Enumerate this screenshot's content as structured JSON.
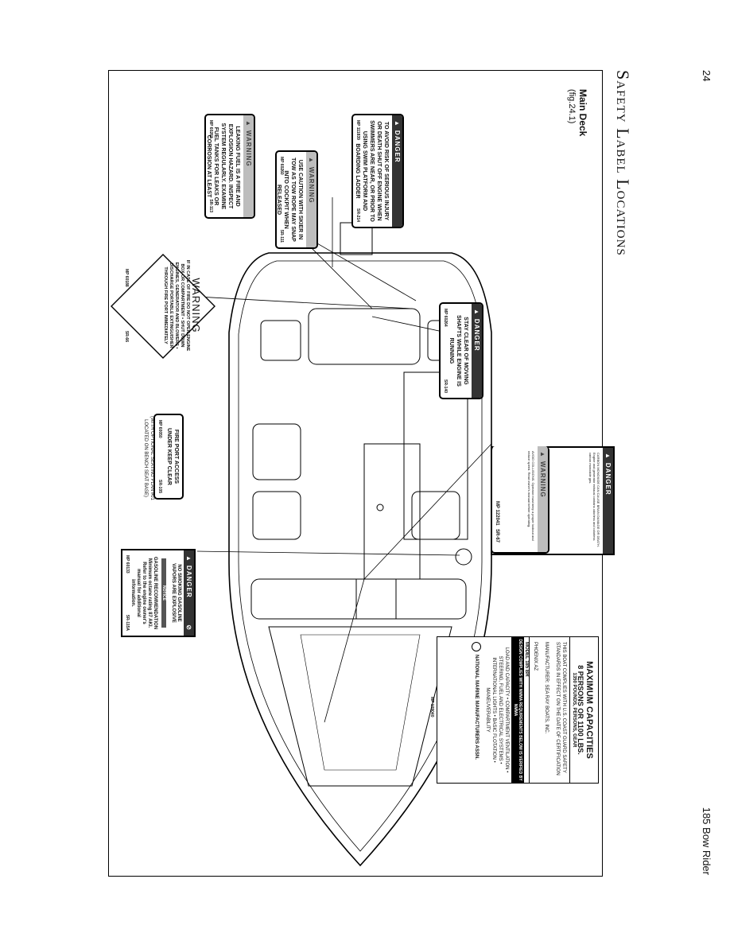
{
  "page": {
    "number": "24",
    "model": "185 Bow Rider"
  },
  "section": {
    "title": "Safety Label Locations"
  },
  "figure": {
    "title": "Main Deck",
    "ref": "(fig.24.1)"
  },
  "labels": {
    "danger_boarding": {
      "header": "DANGER",
      "text": "TO AVOID RISK OF SERIOUS INJURY OR DEATH SHUT OFF ENGINE WHEN SWIMMERS ARE NEAR, OR PRIOR TO USING SWIM PLATFORM AND BOARDING LADDER",
      "mp": "MP 111839",
      "sr": "SR-214"
    },
    "warn_tow": {
      "header": "WARNING",
      "text": "USE CAUTION WITH SKIER IN TOW AS TOW ROPE MAY SNAP INTO COCKPIT WHEN RELEASED",
      "mp": "MP 60260",
      "sr": "SR-111"
    },
    "warn_fuel": {
      "header": "WARNING",
      "text": "LEAKING FUEL IS A FIRE AND EXPLOSION HAZARD. INSPECT SYSTEM REGULARLY. EXAMINE FUEL TANKS FOR LEAKS OR CORROSION AT LEAST ANNUALLY.",
      "mp": "MP 60262",
      "sr": "SR-113"
    },
    "danger_shafts": {
      "header": "DANGER",
      "text": "STAY CLEAR OF MOVING SHAFTS WHILE ENGINE IS RUNNING",
      "mp": "MP 60264",
      "sr": "SR-140"
    },
    "fire_port": {
      "text": "FIRE PORT ACCESS UNDER KEEP CLEAR",
      "mp": "MP 60050",
      "sr": "SR-105",
      "note": "(WITH OPTIONAL SEATING PLAN #01 LOCATED ON BENCH SEAT BASE)"
    },
    "warning_fire": {
      "header": "WARNING",
      "text": "IF IN CASE OF FIRE DO NOT OPEN ENGINE BOX OR COMPARTMENT • SHUT DOWN ENGINES, GENERATOR AND BLOWERS • DISCHARGE PORTABLE EXTINGUISHER THROUGH FIRE PORT IMMEDIATELY",
      "mp": "MP 60188",
      "sr": "SR-66"
    },
    "danger_co": {
      "header": "DANGER",
      "text": "CARBON MONOXIDE CAN CAUSE BRAIN DAMAGE OR DEATH. Engine and generator exhaust contains odorless and colorless carbon monoxide gas.",
      "warn_header": "WARNING",
      "warn_text": "AVOID COLLISIONS. Operator must keep a proper lookout and reduce speed. Read owner's manual before operating.",
      "mp": "MP 122041",
      "sr": "SR-67"
    },
    "capacity": {
      "title": "MAXIMUM CAPACITIES",
      "persons": "8 PERSONS OR 1100 LBS.",
      "gear": "1350 POUNDS, PERSONS, GEAR",
      "text": "THIS BOAT COMPLIES WITH U.S. COAST GUARD SAFETY STANDARDS IN EFFECT ON THE DATE OF CERTIFICATION",
      "maker": "MANUFACTURER: SEA RAY BOATS, INC.",
      "place": "PHOENIX      AZ",
      "model": "MODEL  185 BR",
      "bar": "DESIGN COMPLIES WITH NMMA REQUIREMENTS BELOW IS VERIFIED BY NMMA",
      "list": "LOAD AND CAPACITY • COMPARTMENT VENTILATION • STEERING, FUEL AND ELECTRICAL SYSTEMS • INTERNATIONAL LIGHTS • BASIC FLOTATION • MANEUVERABILITY",
      "nmma": "NATIONAL MARINE MANUFACTURERS ASSN.",
      "mp": "MP 109040"
    },
    "danger_fuel": {
      "header": "DANGER",
      "text": "NO SMOKING GASOLINE VAPORS ARE EXPLOSIVE",
      "notice": "NOTICE",
      "text2": "GASOLINE RECOMMENDATION Minimum octane rating 87 AKI. Refer to the engine owner's manual for additional information.",
      "mp": "MP 60133",
      "sr": "SR-115A"
    }
  }
}
